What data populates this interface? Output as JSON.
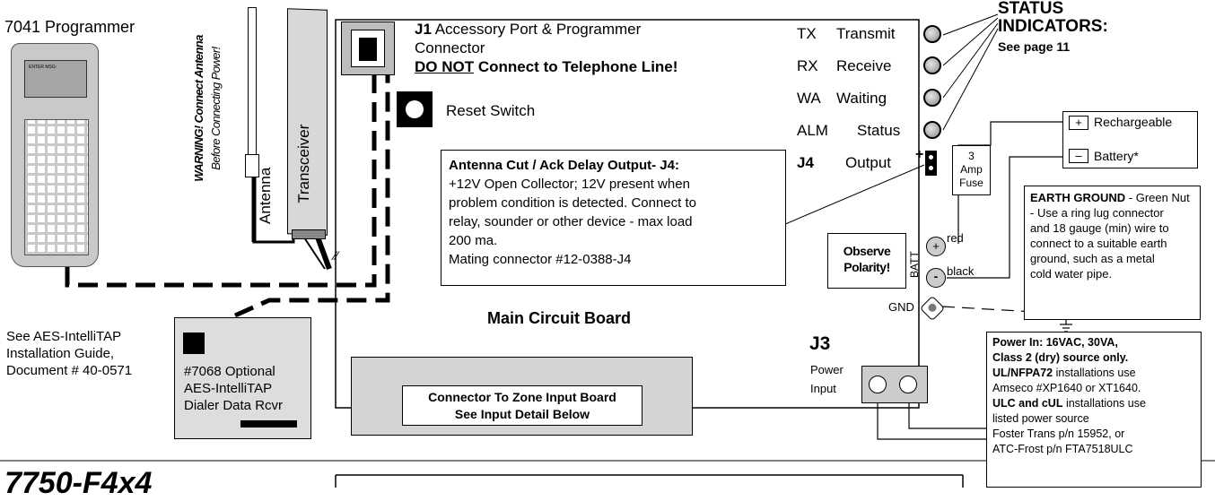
{
  "programmer": {
    "title": "7041 Programmer",
    "screen_text": "ENTER MSG:"
  },
  "warning": {
    "line1": "WARNING! Connect Antenna",
    "line2": "Before Connecting Power!"
  },
  "antenna_label": "Antenna",
  "transceiver_label": "Transceiver",
  "j1": {
    "id": "J1",
    "title": "Accessory Port & Programmer",
    "title2": "Connector",
    "warning_underlined": "DO NOT",
    "warning_rest": "Connect to Telephone Line!"
  },
  "reset_switch": "Reset Switch",
  "status_lights": [
    {
      "code": "TX",
      "label": "Transmit"
    },
    {
      "code": "RX",
      "label": "Receive"
    },
    {
      "code": "WA",
      "label": "Waiting"
    },
    {
      "code": "ALM",
      "label": "Status"
    }
  ],
  "status_indicators": {
    "title_line1": "STATUS",
    "title_line2": "INDICATORS:",
    "page_ref": "See page 11"
  },
  "j4": {
    "id": "J4",
    "label": "Output",
    "plus": "+"
  },
  "antenna_cut": {
    "title": "Antenna Cut / Ack Delay Output- J4:",
    "lines": [
      "+12V Open Collector; 12V present when",
      "problem condition is detected.  Connect to",
      "relay, sounder or other device - max load",
      "200 ma.",
      "Mating connector #12-0388-J4"
    ]
  },
  "fuse": {
    "line1": "3",
    "line2": "Amp",
    "line3": "Fuse"
  },
  "battery": {
    "plus": "+",
    "minus": "–",
    "label1": "Rechargeable",
    "label2": "Battery*"
  },
  "earth_ground": {
    "title": "EARTH GROUND",
    "rest": " - Green Nut",
    "lines": [
      "- Use a ring lug connector",
      "and 18 gauge (min) wire  to",
      "connect to a suitable earth",
      "ground, such as a metal",
      "cold water pipe."
    ]
  },
  "observe_polarity": {
    "line1": "Observe",
    "line2": "Polarity!"
  },
  "batt": {
    "label": "BATT",
    "plus": "+",
    "minus": "-",
    "red": "red",
    "black": "black"
  },
  "gnd": "GND",
  "main_board": "Main Circuit Board",
  "see_aes": {
    "lines": [
      "See AES-IntelliTAP",
      "Installation Guide,",
      "Document # 40-0571"
    ]
  },
  "optional_rcvr": {
    "lines": [
      "#7068 Optional",
      "AES-IntelliTAP",
      "Dialer Data Rcvr"
    ]
  },
  "zone_connector": {
    "line1": "Connector To Zone Input Board",
    "line2": "See Input Detail Below"
  },
  "j3": {
    "id": "J3",
    "line1": "Power",
    "line2": "Input"
  },
  "power_in": {
    "line1": "Power In: 16VAC, 30VA,",
    "line2": "Class 2 (dry) source only.",
    "ul_bold": "UL/NFPA72",
    "ul_rest": " installations use",
    "ul_line2": "Amseco #XP1640 or XT1640.",
    "ulc_bold": "ULC and cUL",
    "ulc_rest": " installations use",
    "ulc_lines": [
      "listed power source",
      "Foster Trans p/n 15952, or",
      "ATC-Frost p/n FTA7518ULC"
    ]
  },
  "model": "7750-F4x4"
}
